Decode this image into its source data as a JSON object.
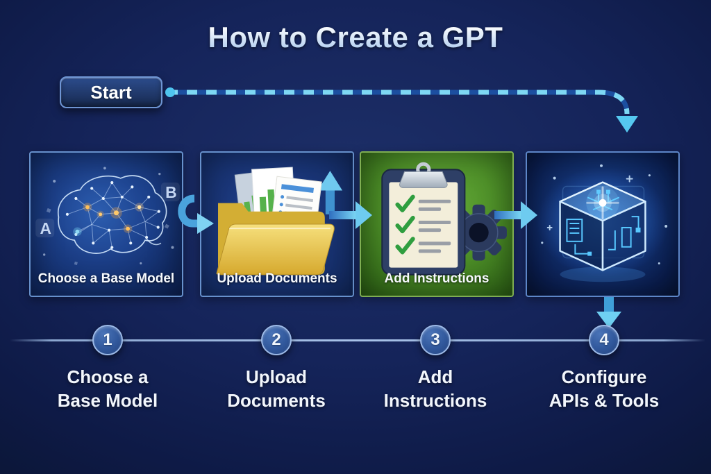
{
  "title": "How to Create a GPT",
  "start": {
    "label": "Start"
  },
  "panels": [
    {
      "caption": "Choose a Base Model",
      "icon": "brain-network-icon",
      "decorations": {
        "letter_a": "A",
        "letter_b": "B"
      }
    },
    {
      "caption": "Upload Documents",
      "icon": "folder-documents-icon"
    },
    {
      "caption": "Add Instructions",
      "icon": "clipboard-checklist-gear-icon"
    },
    {
      "caption": "",
      "icon": "ai-cube-icon"
    }
  ],
  "timeline": {
    "steps": [
      {
        "number": "1",
        "label_line1": "Choose a",
        "label_line2": "Base Model"
      },
      {
        "number": "2",
        "label_line1": "Upload",
        "label_line2": "Documents"
      },
      {
        "number": "3",
        "label_line1": "Add",
        "label_line2": "Instructions"
      },
      {
        "number": "4",
        "label_line1": "Configure",
        "label_line2": "APIs & Tools"
      }
    ]
  },
  "colors": {
    "background_navy": "#15245a",
    "accent_cyan": "#6fd2f2",
    "flow_line_blue": "#1c4fa0",
    "panel_green": "#4f9129",
    "folder_yellow": "#e9c548",
    "circle_blue": "#31589c"
  }
}
